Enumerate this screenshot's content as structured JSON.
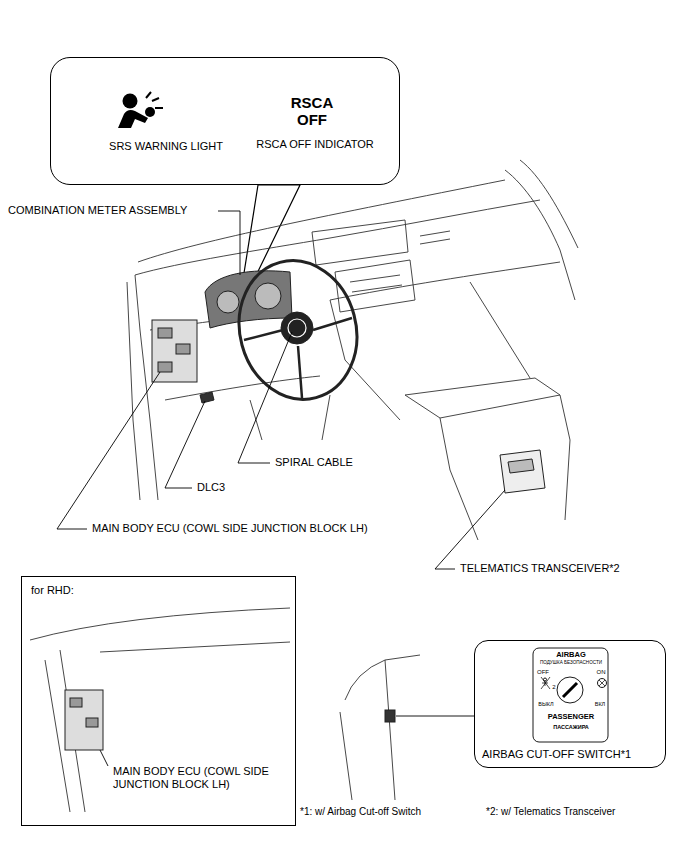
{
  "diagram": {
    "nodes": [
      {
        "text": [
          "SRS WARNING LIGHT",
          "RSCA OFF",
          "RSCA OFF INDICATOR"
        ]
      },
      {
        "text": [
          "for RHD:",
          "MAIN BODY ECU (COWL SIDE JUNCTION BLOCK LH)"
        ]
      },
      {
        "text": [
          "AIRBAG",
          "ПОДУШКА БЕЗОПАСНОСТИ",
          "OFF",
          "ON",
          "2",
          "ВЫКЛ",
          "ВКЛ",
          "PASSENGER",
          "ПАССАЖИРА",
          "AIRBAG CUT-OFF SWITCH*1"
        ]
      }
    ],
    "labels": [
      "COMBINATION METER ASSEMBLY",
      "SPIRAL CABLE",
      "DLC3",
      "MAIN BODY ECU (COWL SIDE JUNCTION BLOCK LH)",
      "TELEMATICS TRANSCEIVER*2",
      "*1: w/ Airbag Cut-off Switch",
      "*2: w/ Telematics Transceiver"
    ]
  }
}
